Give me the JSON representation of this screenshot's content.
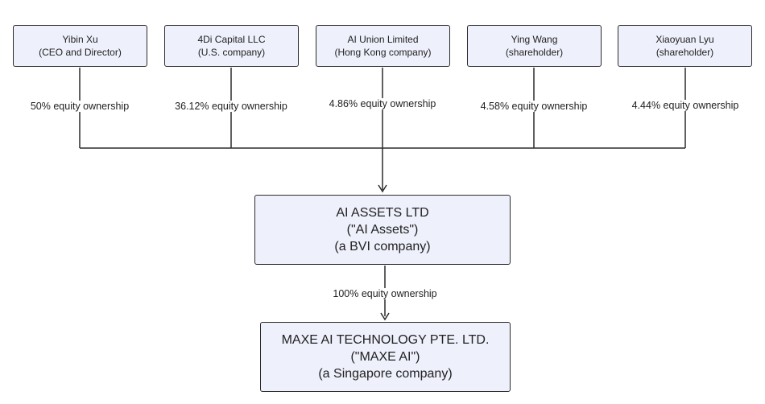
{
  "shareholders": [
    {
      "name": "Yibin Xu",
      "note": "(CEO and Director)",
      "ownership": "50% equity ownership"
    },
    {
      "name": "4Di Capital LLC",
      "note": "(U.S. company)",
      "ownership": "36.12% equity ownership"
    },
    {
      "name": "AI Union Limited",
      "note": "(Hong Kong company)",
      "ownership": "4.86% equity ownership"
    },
    {
      "name": "Ying Wang",
      "note": "(shareholder)",
      "ownership": "4.58% equity ownership"
    },
    {
      "name": "Xiaoyuan Lyu",
      "note": "(shareholder)",
      "ownership": "4.44% equity ownership"
    }
  ],
  "parent": {
    "line1": "AI ASSETS LTD",
    "line2": "(\"AI Assets\")",
    "line3": "(a BVI company)"
  },
  "link_label": "100% equity ownership",
  "subsidiary": {
    "line1": "MAXE AI TECHNOLOGY PTE. LTD.",
    "line2": "(\"MAXE AI\")",
    "line3": "(a Singapore company)"
  }
}
